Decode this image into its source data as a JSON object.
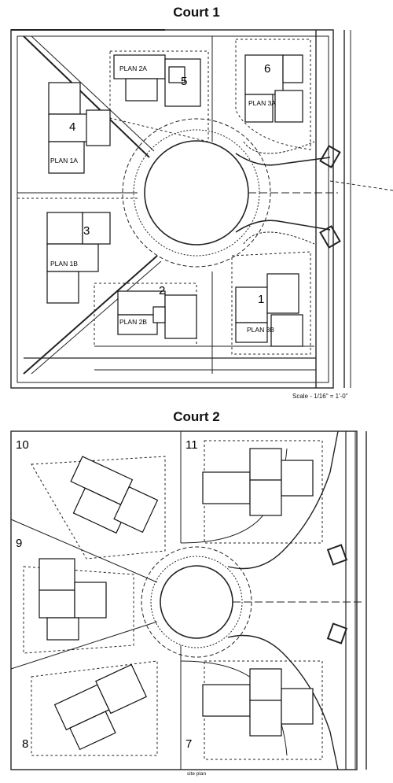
{
  "court1": {
    "title": "Court 1",
    "scale": "Scale - 1/16\" = 1'-0\"",
    "lots": [
      {
        "number": "1",
        "plan": "PLAN 3B"
      },
      {
        "number": "2",
        "plan": "PLAN 2B"
      },
      {
        "number": "3",
        "plan": "PLAN 1B"
      },
      {
        "number": "4",
        "plan": "PLAN 1A"
      },
      {
        "number": "5",
        "plan": "PLAN 2A"
      },
      {
        "number": "6",
        "plan": "PLAN 3A"
      }
    ]
  },
  "court2": {
    "title": "Court 2",
    "lots": [
      {
        "number": "7"
      },
      {
        "number": "8"
      },
      {
        "number": "9"
      },
      {
        "number": "10"
      },
      {
        "number": "11"
      }
    ]
  },
  "footer": "site plan"
}
